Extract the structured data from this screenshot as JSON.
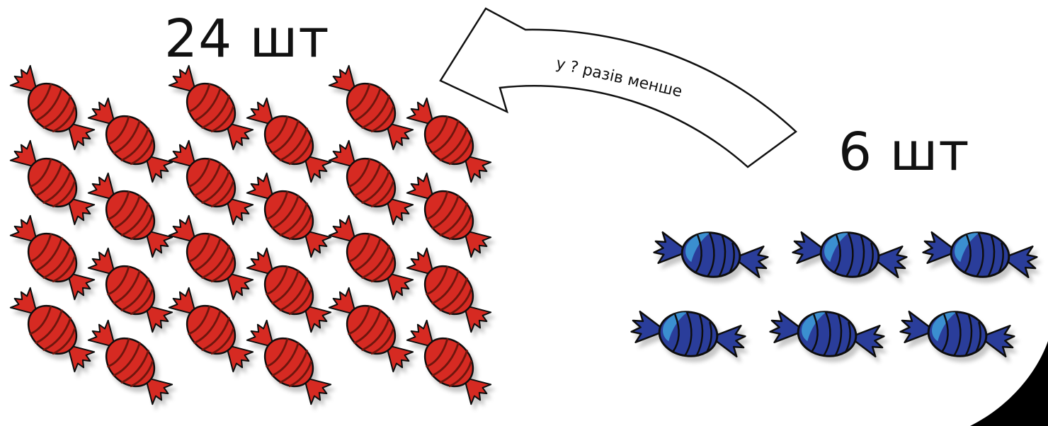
{
  "labels": {
    "red_count": "24 шт",
    "blue_count": "6 шт",
    "arrow_text": "у ? разів менше"
  },
  "colors": {
    "red_candy": "#d62a22",
    "red_stripe": "#6e1410",
    "blue_candy": "#2a3c9a",
    "blue_highlight": "#3a8fd0",
    "outline": "#111111"
  },
  "groups": {
    "red_candies": {
      "count": 24,
      "icon": "red-candy-icon"
    },
    "blue_candies": {
      "count": 6,
      "icon": "blue-candy-icon"
    }
  }
}
